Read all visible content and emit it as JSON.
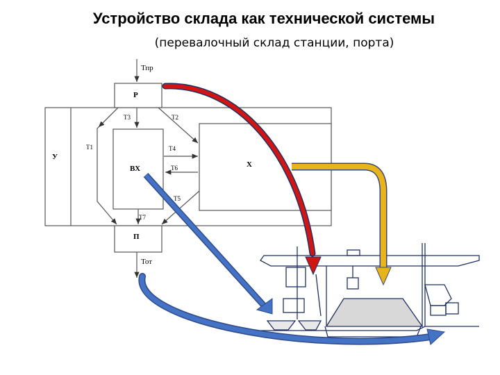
{
  "header": {
    "title": "Устройство склада как технической системы",
    "subtitle": "(перевалочный склад станции, порта)"
  },
  "diagram": {
    "blocks": {
      "receiving": "Р",
      "control": "У",
      "storage": "ВХ",
      "processing": "Х",
      "dispatch": "П"
    },
    "flows": {
      "inbound": "Тпр",
      "outbound": "Тот",
      "t1": "Т1",
      "t2": "Т2",
      "t3": "Т3",
      "t4": "Т4",
      "t5": "Т5",
      "t6": "Т6",
      "t7": "Т7"
    }
  },
  "colors": {
    "red_arrow": "#d01515",
    "blue_arrow": "#4472c4",
    "yellow_arrow": "#e8b41e",
    "outline": "#1f2f60"
  }
}
